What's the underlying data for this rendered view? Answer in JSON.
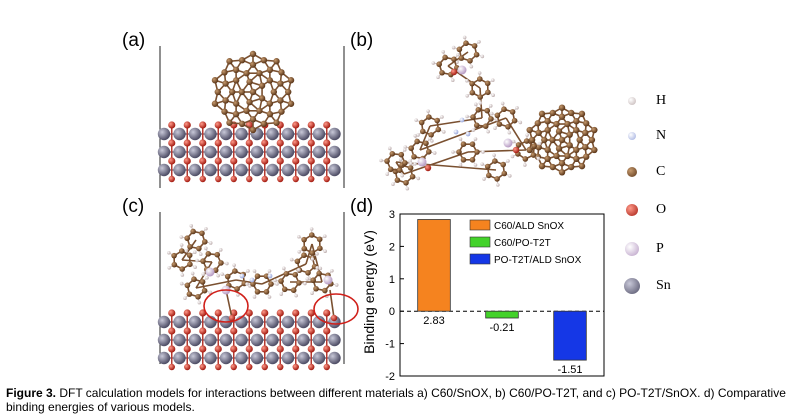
{
  "panels": {
    "a": "(a)",
    "b": "(b)",
    "c": "(c)",
    "d": "(d)"
  },
  "atom_legend": [
    {
      "symbol": "H",
      "color": "#e8dede"
    },
    {
      "symbol": "N",
      "color": "#c9d3f2"
    },
    {
      "symbol": "C",
      "color": "#8a5a35"
    },
    {
      "symbol": "O",
      "color": "#d23a2a"
    },
    {
      "symbol": "P",
      "color": "#dcc7e4"
    },
    {
      "symbol": "Sn",
      "color": "#77768e"
    }
  ],
  "caption": {
    "label": "Figure 3.",
    "text": "DFT calculation models for interactions between different materials a) C60/SnOX, b) C60/PO-T2T, and c) PO-T2T/SnOX. d) Comparative binding energies of various models."
  },
  "chart_data": {
    "type": "bar",
    "panel": "(d)",
    "categories": [
      "C60/ALD SnOX",
      "C60/PO-T2T",
      "PO-T2T/ALD SnOX"
    ],
    "series": [
      {
        "name": "C60/ALD SnOX",
        "value": 2.83,
        "color": "#f5831f"
      },
      {
        "name": "C60/PO-T2T",
        "value": -0.21,
        "color": "#43d22a"
      },
      {
        "name": "PO-T2T/ALD SnOX",
        "value": -1.51,
        "color": "#1537e6"
      }
    ],
    "value_labels": [
      "2.83",
      "-0.21",
      "-1.51"
    ],
    "ylabel": "Binding energy (eV)",
    "ylim": [
      -2,
      3
    ],
    "yticks": [
      "3",
      "2",
      "1",
      "0",
      "-1",
      "-2"
    ],
    "legend_position": "top-right",
    "grid": false
  }
}
